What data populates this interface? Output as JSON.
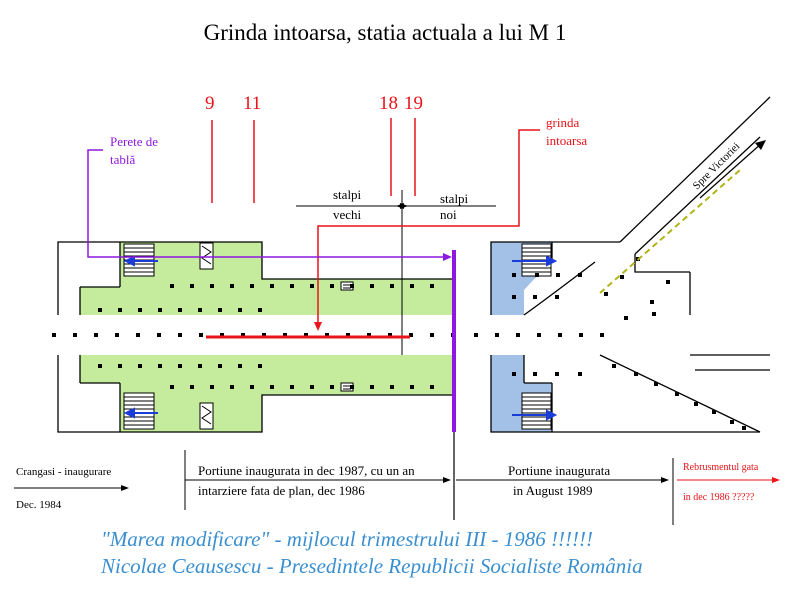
{
  "title": "Grinda  intoarsa, statia actuala a lui M 1",
  "markers": {
    "m9": "9",
    "m11": "11",
    "m18": "18",
    "m19": "19"
  },
  "labels": {
    "perete_line1": "Perete   de",
    "perete_line2": "tablă",
    "grinda_line1": "grinda",
    "grinda_line2": "intoarsa",
    "stalpi_vechi_1": "stalpi",
    "stalpi_vechi_2": "vechi",
    "stalpi_noi_1": "stalpi",
    "stalpi_noi_2": "noi",
    "spre_victoriei": "Spre Victoriei"
  },
  "timeline": {
    "crangasi_1": "Crangasi - inaugurare",
    "crangasi_2": "Dec.  1984",
    "portion_1987_1": "Portiune inaugurata in dec 1987, cu un an",
    "portion_1987_2": "intarziere fata de plan, dec 1986",
    "portion_1989_1": "Portiune inaugurata",
    "portion_1989_2": "in August 1989",
    "rebrusment_1": "Rebrusmentul gata",
    "rebrusment_2": "in dec 1986    ?????"
  },
  "footer": {
    "quote_line1": "\"Marea modificare\" - mijlocul trimestrului III - 1986 !!!!!!",
    "quote_line2": "Nicolae Ceausescu - Presedintele Republicii Socialiste România"
  },
  "colors": {
    "green": "#c4ec9c",
    "blue": "#a3c0e6",
    "red": "#e8141a",
    "purple": "#8e18e0",
    "footer_text": "#3a8fd0",
    "arrow_blue": "#1a3cd8",
    "olive_dash": "#b0b418"
  }
}
